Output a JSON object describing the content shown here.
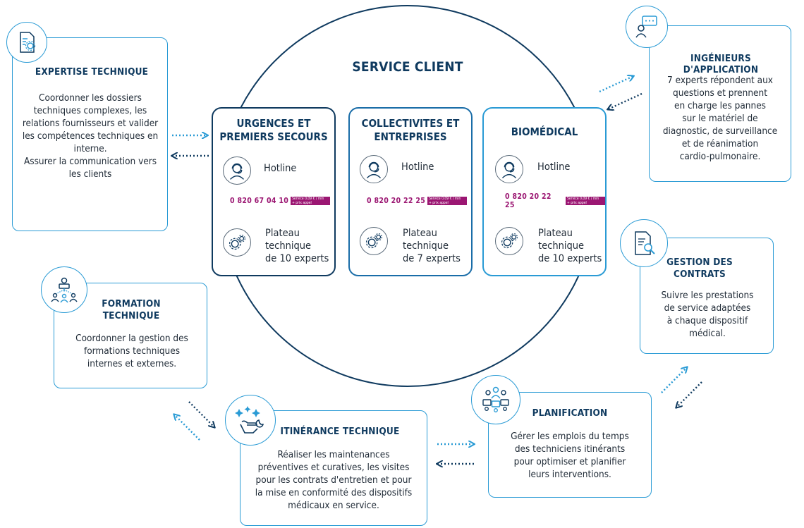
{
  "center": {
    "title": "SERVICE CLIENT"
  },
  "services": [
    {
      "title_l1": "URGENCES ET",
      "title_l2": "PREMIERS SECOURS",
      "hotline": "Hotline",
      "phone": "0 820 67 04 10",
      "tag_l1": "Service 0,09 € / min",
      "tag_l2": "+ prix appel",
      "platform_l1": "Plateau",
      "platform_l2": "technique",
      "platform_l3": "de 10 experts",
      "border": "#0f3a5f"
    },
    {
      "title_l1": "COLLECTIVITES ET",
      "title_l2": "ENTREPRISES",
      "hotline": "Hotline",
      "phone": "0 820 20 22 25",
      "tag_l1": "Service 0,09 € / min",
      "tag_l2": "+ prix appel",
      "platform_l1": "Plateau",
      "platform_l2": "technique",
      "platform_l3": "de 7 experts",
      "border": "#1a6da8"
    },
    {
      "title_l1": "BIOMÉDICAL",
      "title_l2": "",
      "hotline": "Hotline",
      "phone": "0 820 20 22 25",
      "tag_l1": "Service 0,09 € / min",
      "tag_l2": "+ prix appel",
      "platform_l1": "Plateau",
      "platform_l2": "technique",
      "platform_l3": "de 10 experts",
      "border": "#2a9bd5"
    }
  ],
  "expertise": {
    "title": "EXPERTISE TECHNIQUE",
    "lines": [
      "Coordonner les dossiers",
      "techniques complexes, les",
      "relations fournisseurs et valider",
      "les compétences techniques en",
      "interne.",
      "Assurer la communication vers",
      "les clients"
    ]
  },
  "ingenieurs": {
    "title": "INGÉNIEURS D'APPLICATION",
    "lines": [
      "7 experts répondent aux",
      "questions et prennent",
      "en charge les pannes",
      "sur le matériel de",
      "diagnostic, de surveillance",
      "et de réanimation",
      "cardio-pulmonaire."
    ]
  },
  "formation": {
    "title_l1": "FORMATION",
    "title_l2": "TECHNIQUE",
    "lines": [
      "Coordonner la gestion des",
      "formations techniques",
      "internes et externes."
    ]
  },
  "contrats": {
    "title_l1": "GESTION DES",
    "title_l2": "CONTRATS",
    "lines": [
      "Suivre les prestations",
      "de service adaptées",
      "à chaque dispositif",
      "médical."
    ]
  },
  "itinerance": {
    "title": "ITINÉRANCE TECHNIQUE",
    "lines": [
      "Réaliser les maintenances",
      "préventives et curatives, les visites",
      "pour les contrats d'entretien et pour",
      "la mise en conformité des dispositifs",
      "médicaux en service."
    ]
  },
  "planification": {
    "title": "PLANIFICATION",
    "lines": [
      "Gérer les emplois du temps",
      "des techniciens itinérants",
      "pour optimiser et planifier",
      "leurs interventions."
    ]
  },
  "icons": [
    "document-gear-icon",
    "chat-person-icon",
    "hierarchy-people-icon",
    "document-search-icon",
    "hand-wrench-icon",
    "team-laptops-icon",
    "headset-icon",
    "gears-icon"
  ],
  "colors": {
    "dark_navy": "#0f3a5f",
    "accent_blue": "#2a9bd5",
    "phone_magenta": "#9b1672"
  }
}
